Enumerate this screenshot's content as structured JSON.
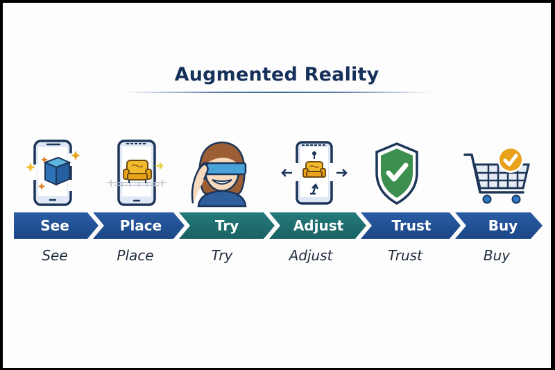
{
  "title": "Augmented Reality",
  "colors": {
    "title": "#15305a",
    "blue_step": "#1f4f93",
    "teal_step": "#1e6e6e",
    "accent_orange": "#e8a21b",
    "accent_green": "#3c8f4e"
  },
  "steps": [
    {
      "label": "See",
      "caption": "See",
      "icon": "ar-phone-cube-icon",
      "color": "blue"
    },
    {
      "label": "Place",
      "caption": "Place",
      "icon": "phone-place-chair-icon",
      "color": "blue"
    },
    {
      "label": "Try",
      "caption": "Try",
      "icon": "woman-ar-glasses-icon",
      "color": "teal"
    },
    {
      "label": "Adjust",
      "caption": "Adjust",
      "icon": "phone-adjust-chair-icon",
      "color": "teal"
    },
    {
      "label": "Trust",
      "caption": "Trust",
      "icon": "shield-check-icon",
      "color": "blue"
    },
    {
      "label": "Buy",
      "caption": "Buy",
      "icon": "cart-check-icon",
      "color": "blue"
    }
  ]
}
